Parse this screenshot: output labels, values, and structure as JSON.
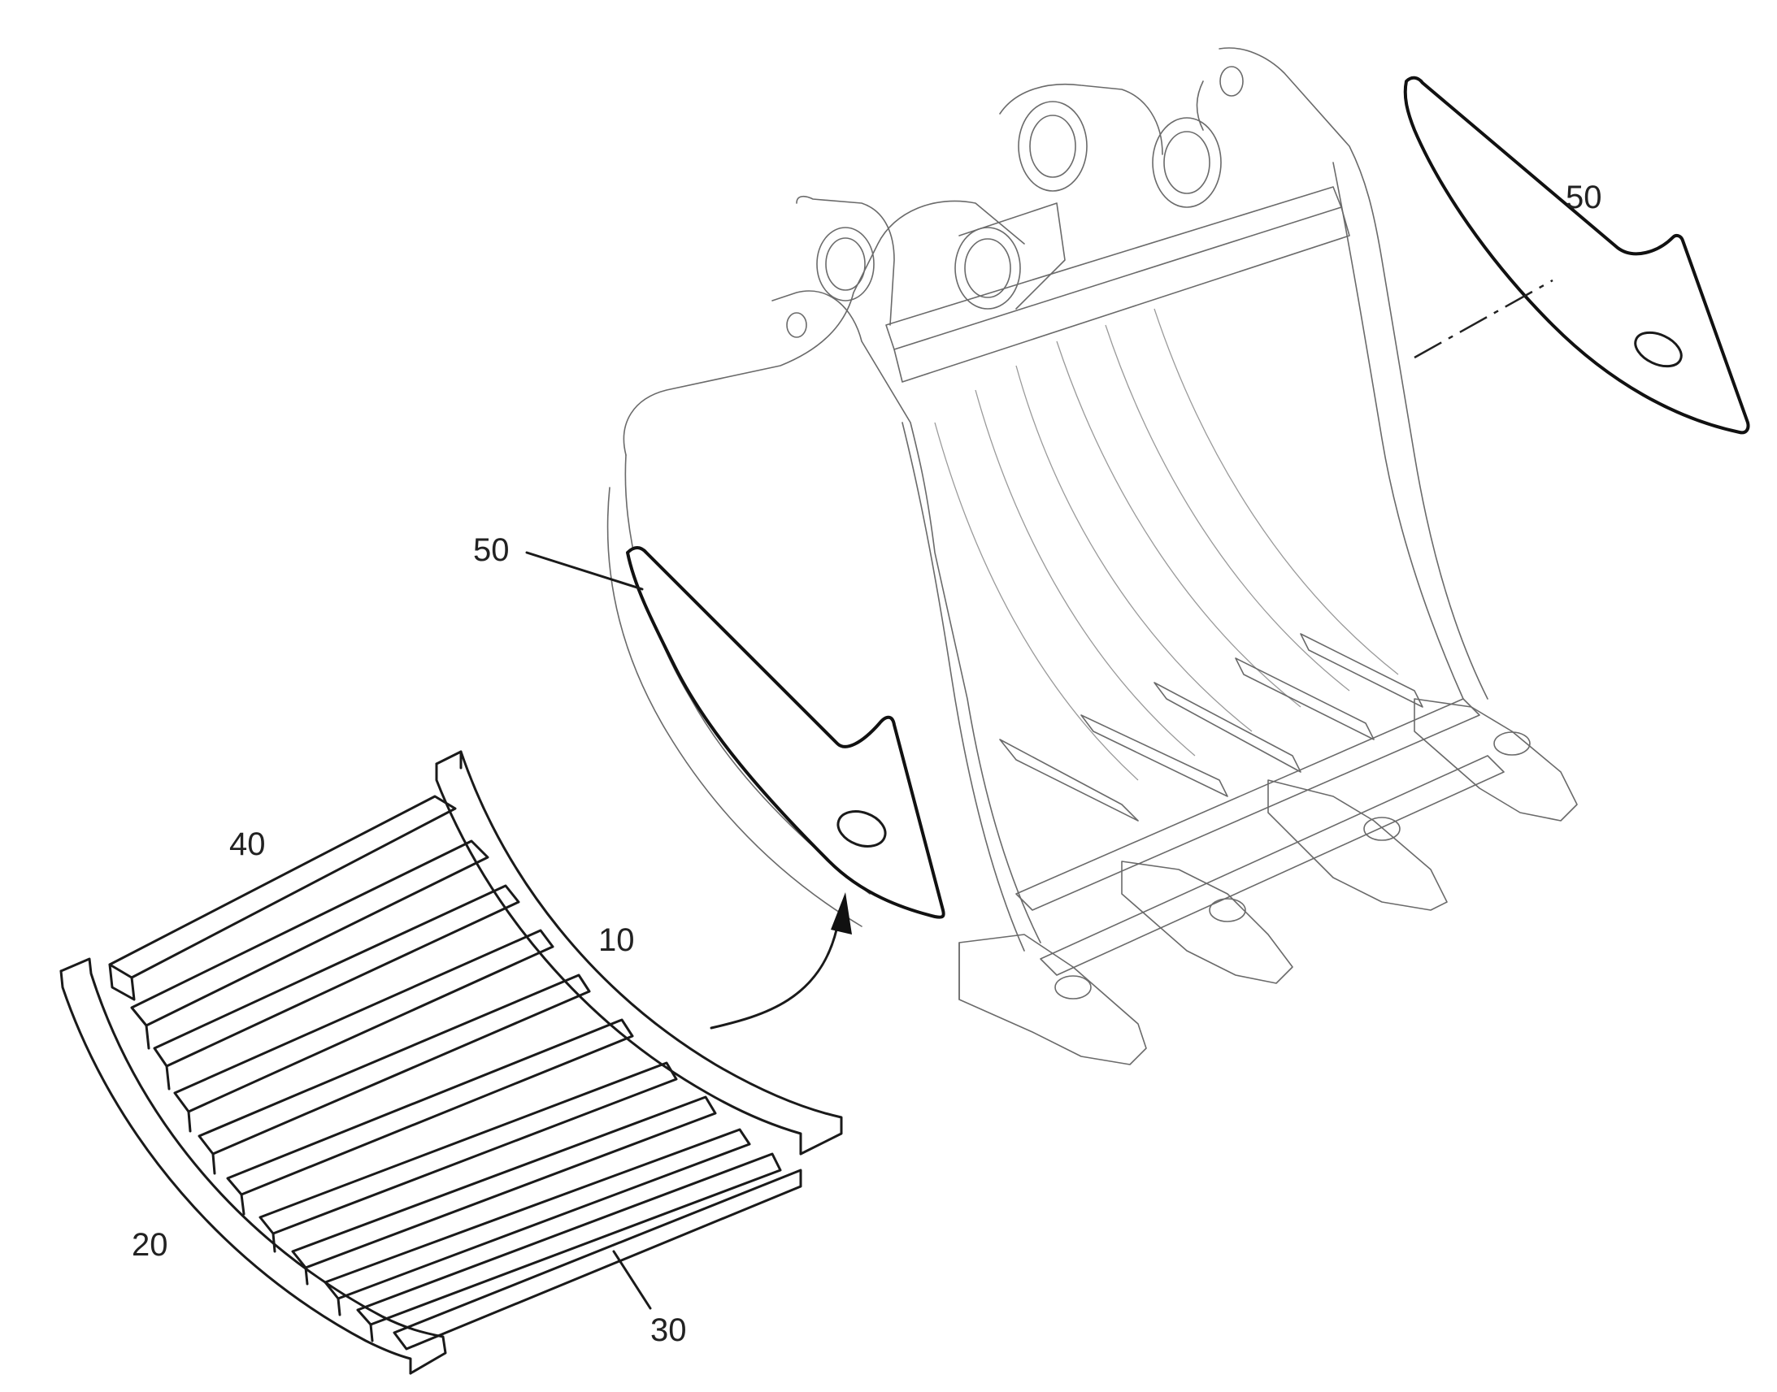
{
  "references": {
    "liner_side_right": "50",
    "liner_side_left": "50",
    "curve_plate": "10",
    "curve_plate_outer": "20",
    "strip": "30",
    "strip_top": "40"
  }
}
